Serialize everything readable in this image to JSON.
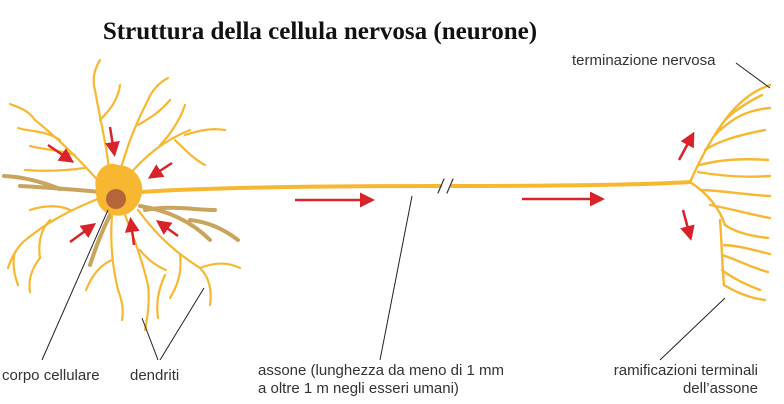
{
  "title": "Struttura della cellula nervosa (neurone)",
  "labels": {
    "terminazione": "terminazione nervosa",
    "corpo": "corpo cellulare",
    "dendriti": "dendriti",
    "assone_line1": "assone (lunghezza da meno di 1 mm",
    "assone_line2": "a oltre 1 m negli esseri umani)",
    "ramificazioni_line1": "ramificazioni terminali",
    "ramificazioni_line2": "dell’assone"
  },
  "colors": {
    "neuron_yellow": "#f7b731",
    "dendrite_tan": "#c9a45e",
    "nucleus_brown": "#b5653a",
    "arrow_red": "#d8232a",
    "leader_line": "#222222"
  }
}
